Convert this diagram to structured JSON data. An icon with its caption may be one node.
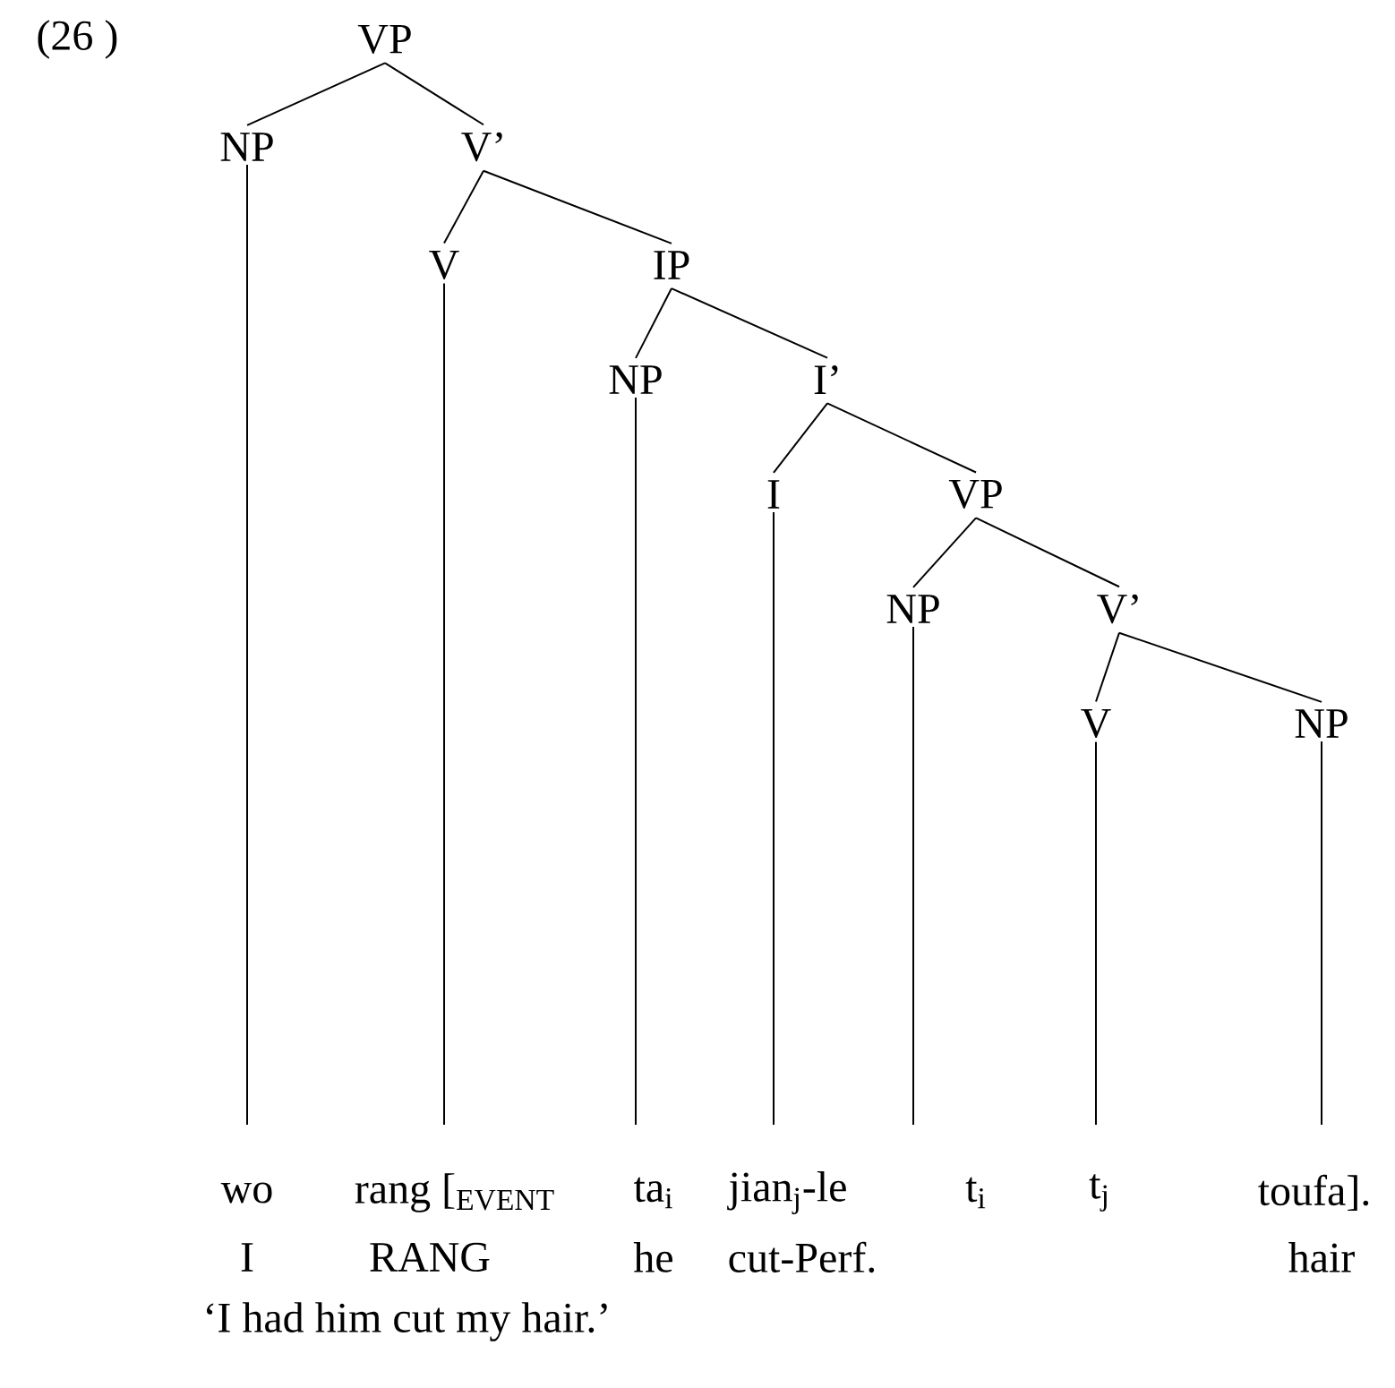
{
  "diagram": {
    "nodes": [
      {
        "text": [
          "VP"
        ]
      },
      {
        "text": [
          "NP"
        ]
      },
      {
        "text": [
          "V’"
        ]
      },
      {
        "text": [
          "V"
        ]
      },
      {
        "text": [
          "IP"
        ]
      },
      {
        "text": [
          "NP"
        ]
      },
      {
        "text": [
          "I’"
        ]
      },
      {
        "text": [
          "I"
        ]
      },
      {
        "text": [
          "VP"
        ]
      },
      {
        "text": [
          "NP"
        ]
      },
      {
        "text": [
          "V’"
        ]
      },
      {
        "text": [
          "V"
        ]
      },
      {
        "text": [
          "NP"
        ]
      },
      {
        "text": [
          "wo"
        ]
      },
      {
        "text": [
          "rang [$_{EVENT}$"
        ]
      },
      {
        "text": [
          "ta$_{i}$"
        ]
      },
      {
        "text": [
          "jian$_{j}$-le"
        ]
      },
      {
        "text": [
          "t$_{i}$"
        ]
      },
      {
        "text": [
          "t$_{j}$"
        ]
      },
      {
        "text": [
          "toufa]."
        ]
      }
    ],
    "edges": [
      {
        "from": 0,
        "to": 1,
        "arrow": "none"
      },
      {
        "from": 0,
        "to": 2,
        "arrow": "none"
      },
      {
        "from": 2,
        "to": 3,
        "arrow": "none"
      },
      {
        "from": 2,
        "to": 4,
        "arrow": "none"
      },
      {
        "from": 4,
        "to": 5,
        "arrow": "none"
      },
      {
        "from": 4,
        "to": 6,
        "arrow": "none"
      },
      {
        "from": 6,
        "to": 7,
        "arrow": "none"
      },
      {
        "from": 6,
        "to": 8,
        "arrow": "none"
      },
      {
        "from": 8,
        "to": 9,
        "arrow": "none"
      },
      {
        "from": 8,
        "to": 10,
        "arrow": "none"
      },
      {
        "from": 10,
        "to": 11,
        "arrow": "none"
      },
      {
        "from": 10,
        "to": 12,
        "arrow": "none"
      },
      {
        "from": 1,
        "to": 13,
        "arrow": "none"
      },
      {
        "from": 3,
        "to": 14,
        "arrow": "none"
      },
      {
        "from": 5,
        "to": 15,
        "arrow": "none"
      },
      {
        "from": 7,
        "to": 16,
        "arrow": "none"
      },
      {
        "from": 9,
        "to": 17,
        "arrow": "none"
      },
      {
        "from": 11,
        "to": 18,
        "arrow": "none"
      },
      {
        "from": 12,
        "to": 19,
        "arrow": "none"
      }
    ],
    "labels": [
      "(26 )",
      "I",
      "RANG",
      "he",
      "cut-Perf.",
      "hair",
      "‘I had him cut my hair.’"
    ]
  }
}
